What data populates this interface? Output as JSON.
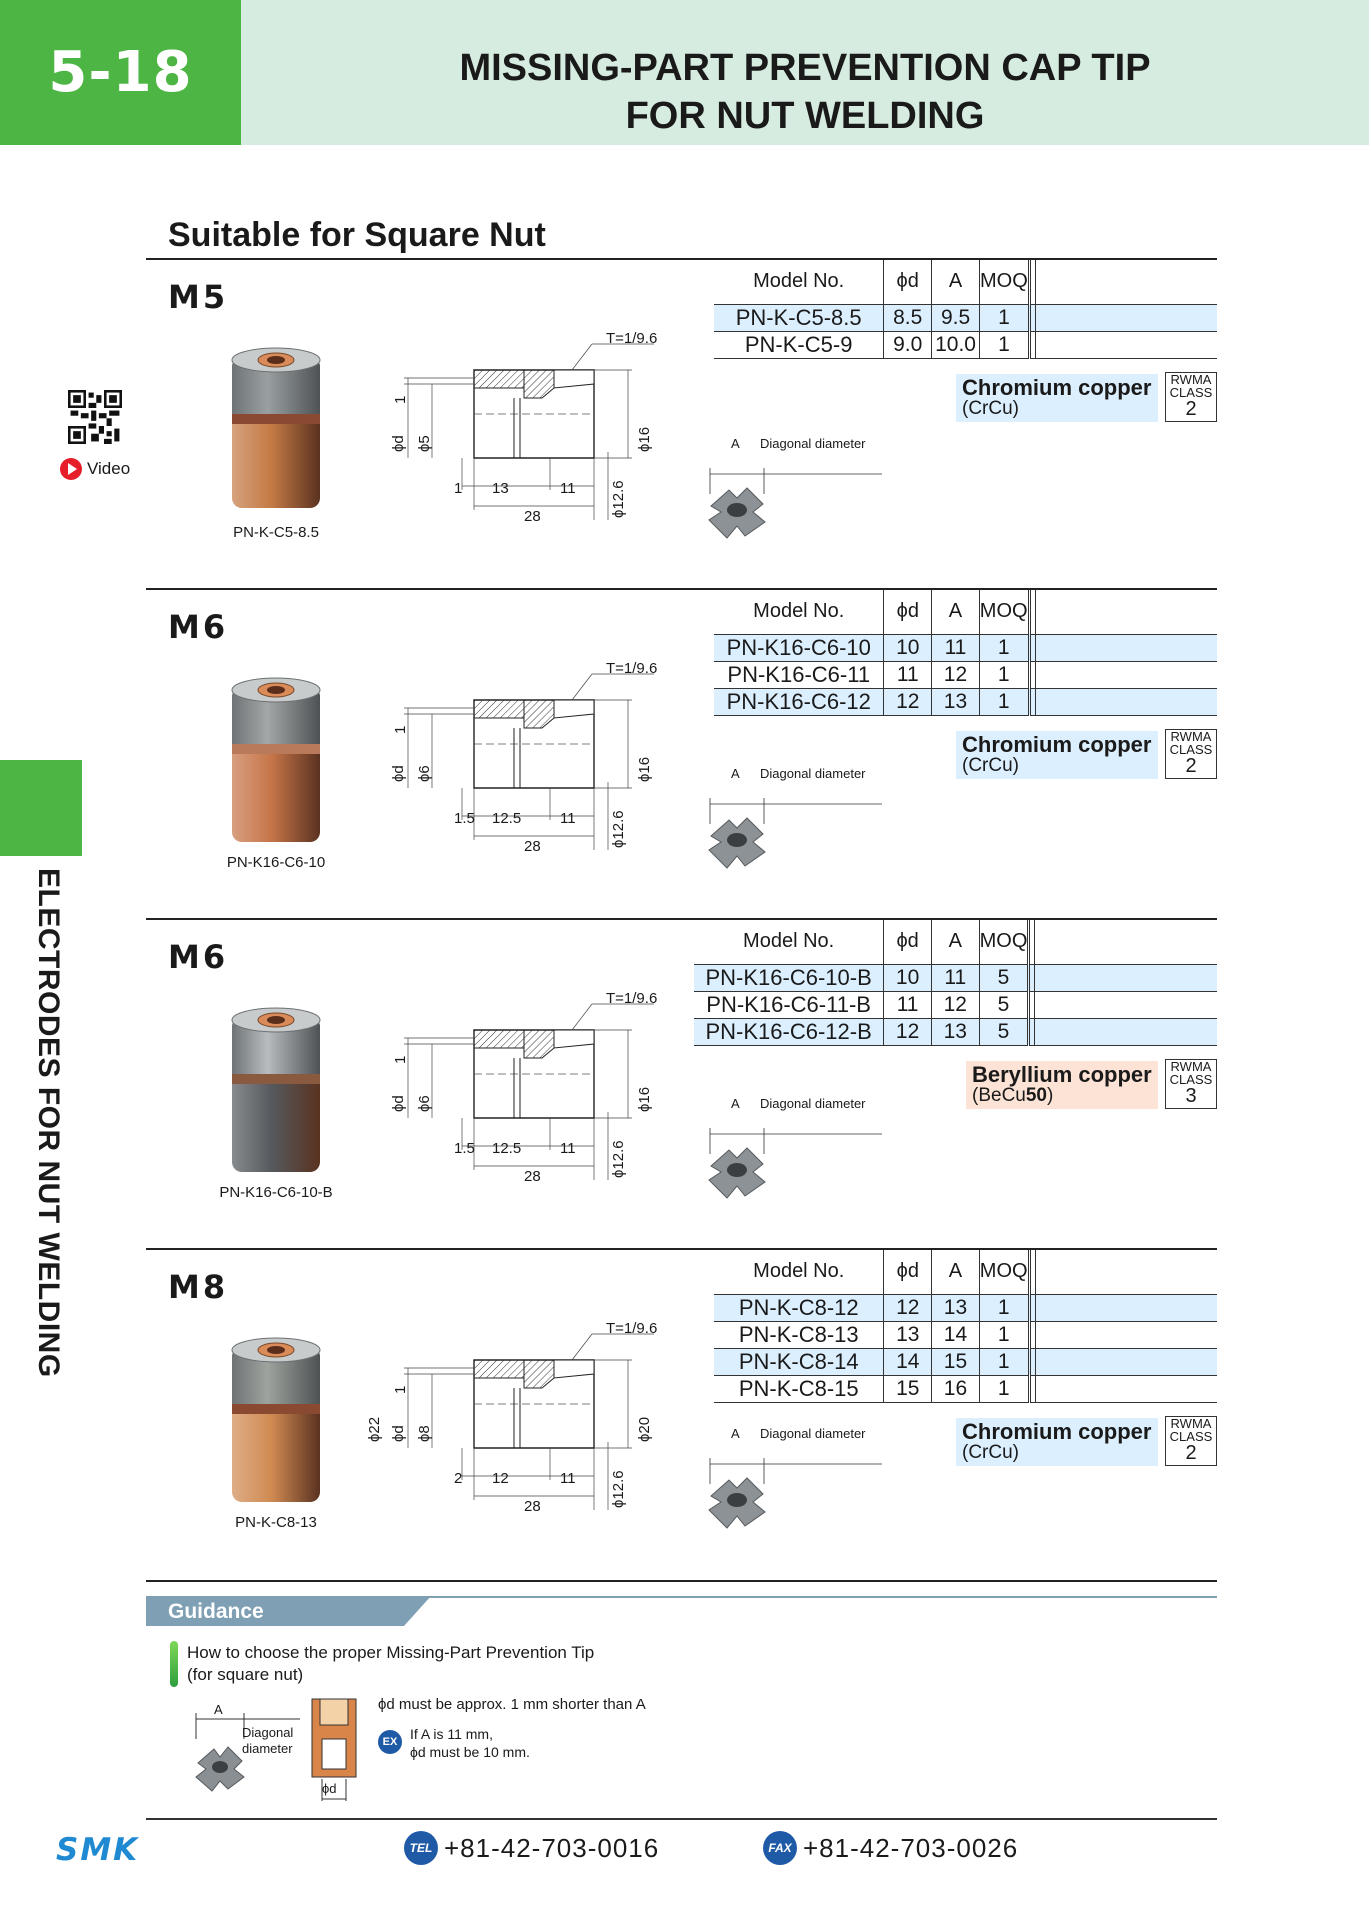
{
  "header": {
    "page_number": "5-18",
    "title_line1": "MISSING-PART PREVENTION CAP TIP",
    "title_line2": "FOR NUT WELDING"
  },
  "side_tab": {
    "text": "ELECTRODES FOR NUT WELDING"
  },
  "section_heading": "Suitable for Square Nut",
  "qr": {
    "video_label": "Video"
  },
  "table_headers": {
    "model": "Model No.",
    "d": "ϕd",
    "a": "A",
    "moq": "MOQ"
  },
  "nut_labels": {
    "a": "A",
    "diag": "Diagonal diameter"
  },
  "rwma_label_1": "RWMA",
  "rwma_label_2": "CLASS",
  "sections": [
    {
      "size": "M5",
      "photo_caption": "PN-K-C5-8.5",
      "rows": [
        {
          "model": "PN-K-C5-8.5",
          "d": "8.5",
          "a": "9.5",
          "moq": "1"
        },
        {
          "model": "PN-K-C5-9",
          "d": "9.0",
          "a": "10.0",
          "moq": "1"
        }
      ],
      "material": {
        "name": "Chromium copper",
        "code": "(CrCu)",
        "class": "2"
      },
      "dims": {
        "t": "T=1/9.6",
        "top": "1",
        "d_outer": "",
        "d": "ϕd",
        "d_inner": "ϕ5",
        "d_right": "ϕ16",
        "d_base": "ϕ12.6",
        "w1": "1",
        "w2": "13",
        "w3": "11",
        "total": "28"
      }
    },
    {
      "size": "M6",
      "photo_caption": "PN-K16-C6-10",
      "rows": [
        {
          "model": "PN-K16-C6-10",
          "d": "10",
          "a": "11",
          "moq": "1"
        },
        {
          "model": "PN-K16-C6-11",
          "d": "11",
          "a": "12",
          "moq": "1"
        },
        {
          "model": "PN-K16-C6-12",
          "d": "12",
          "a": "13",
          "moq": "1"
        }
      ],
      "material": {
        "name": "Chromium copper",
        "code": "(CrCu)",
        "class": "2"
      },
      "dims": {
        "t": "T=1/9.6",
        "top": "1",
        "d_outer": "",
        "d": "ϕd",
        "d_inner": "ϕ6",
        "d_right": "ϕ16",
        "d_base": "ϕ12.6",
        "w1": "1.5",
        "w2": "12.5",
        "w3": "11",
        "total": "28"
      }
    },
    {
      "size": "M6",
      "photo_caption": "PN-K16-C6-10-B",
      "rows": [
        {
          "model": "PN-K16-C6-10-B",
          "d": "10",
          "a": "11",
          "moq": "5"
        },
        {
          "model": "PN-K16-C6-11-B",
          "d": "11",
          "a": "12",
          "moq": "5"
        },
        {
          "model": "PN-K16-C6-12-B",
          "d": "12",
          "a": "13",
          "moq": "5"
        }
      ],
      "material": {
        "name": "Beryllium copper",
        "code_prefix": "(BeCu",
        "code_bold": "50",
        "code_suffix": ")",
        "class": "3"
      },
      "dims": {
        "t": "T=1/9.6",
        "top": "1",
        "d_outer": "",
        "d": "ϕd",
        "d_inner": "ϕ6",
        "d_right": "ϕ16",
        "d_base": "ϕ12.6",
        "w1": "1.5",
        "w2": "12.5",
        "w3": "11",
        "total": "28"
      }
    },
    {
      "size": "M8",
      "photo_caption": "PN-K-C8-13",
      "rows": [
        {
          "model": "PN-K-C8-12",
          "d": "12",
          "a": "13",
          "moq": "1"
        },
        {
          "model": "PN-K-C8-13",
          "d": "13",
          "a": "14",
          "moq": "1"
        },
        {
          "model": "PN-K-C8-14",
          "d": "14",
          "a": "15",
          "moq": "1"
        },
        {
          "model": "PN-K-C8-15",
          "d": "15",
          "a": "16",
          "moq": "1"
        }
      ],
      "material": {
        "name": "Chromium copper",
        "code": "(CrCu)",
        "class": "2"
      },
      "dims": {
        "t": "T=1/9.6",
        "top": "1",
        "d_outer": "ϕ22",
        "d": "ϕd",
        "d_inner": "ϕ8",
        "d_right": "ϕ20",
        "d_base": "ϕ12.6",
        "w1": "2",
        "w2": "12",
        "w3": "11",
        "total": "28"
      }
    }
  ],
  "guidance": {
    "title": "Guidance",
    "line1": "How to choose the proper Missing-Part Prevention Tip",
    "line2": "(for square nut)",
    "rule": "ϕd must be approx. 1 mm shorter than A",
    "ex_label": "EX",
    "ex_line1": "If A is 11 mm,",
    "ex_line2": "ϕd must be 10 mm.",
    "label_a": "A",
    "label_diag1": "Diagonal",
    "label_diag2": "diameter",
    "label_d": "ϕd"
  },
  "footer": {
    "brand": "SMK",
    "tel_label": "TEL",
    "tel": "+81-42-703-0016",
    "fax_label": "FAX",
    "fax": "+81-42-703-0026"
  },
  "colors": {
    "header_green": "#4cb543",
    "header_bg": "#d6ece0",
    "row_blue": "#dcefff",
    "crcu_bg": "#dcefff",
    "becu_bg": "#fde3d6",
    "guidance_bar": "#7fa0b4"
  }
}
